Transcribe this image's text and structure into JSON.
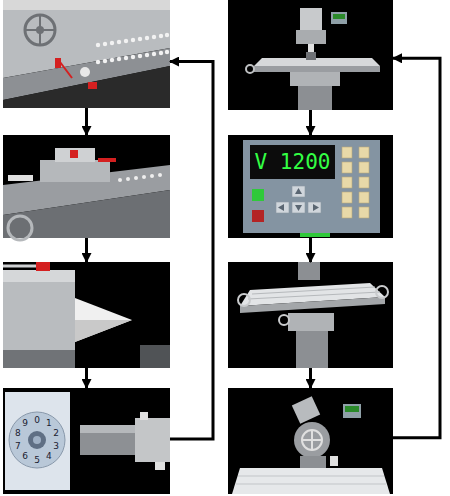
{
  "diagram": {
    "nodes": [
      {
        "text": []
      },
      {
        "text": []
      },
      {
        "text": []
      },
      {
        "text": []
      },
      {
        "text": []
      },
      {
        "text": [
          "V 1200"
        ]
      },
      {
        "text": []
      },
      {
        "text": []
      }
    ],
    "edges": [
      {
        "from": 0,
        "to": 1,
        "arrow": "to"
      },
      {
        "from": 1,
        "to": 2,
        "arrow": "to"
      },
      {
        "from": 2,
        "to": 3,
        "arrow": "to"
      },
      {
        "from": 3,
        "to": 0,
        "arrow": "to"
      },
      {
        "from": 4,
        "to": 5,
        "arrow": "to"
      },
      {
        "from": 5,
        "to": 6,
        "arrow": "to"
      },
      {
        "from": 6,
        "to": 7,
        "arrow": "to"
      },
      {
        "from": 7,
        "to": 4,
        "arrow": "to"
      }
    ],
    "labels": [
      "0",
      "1",
      "2",
      "3",
      "4",
      "5",
      "6",
      "7",
      "8",
      "9"
    ]
  }
}
